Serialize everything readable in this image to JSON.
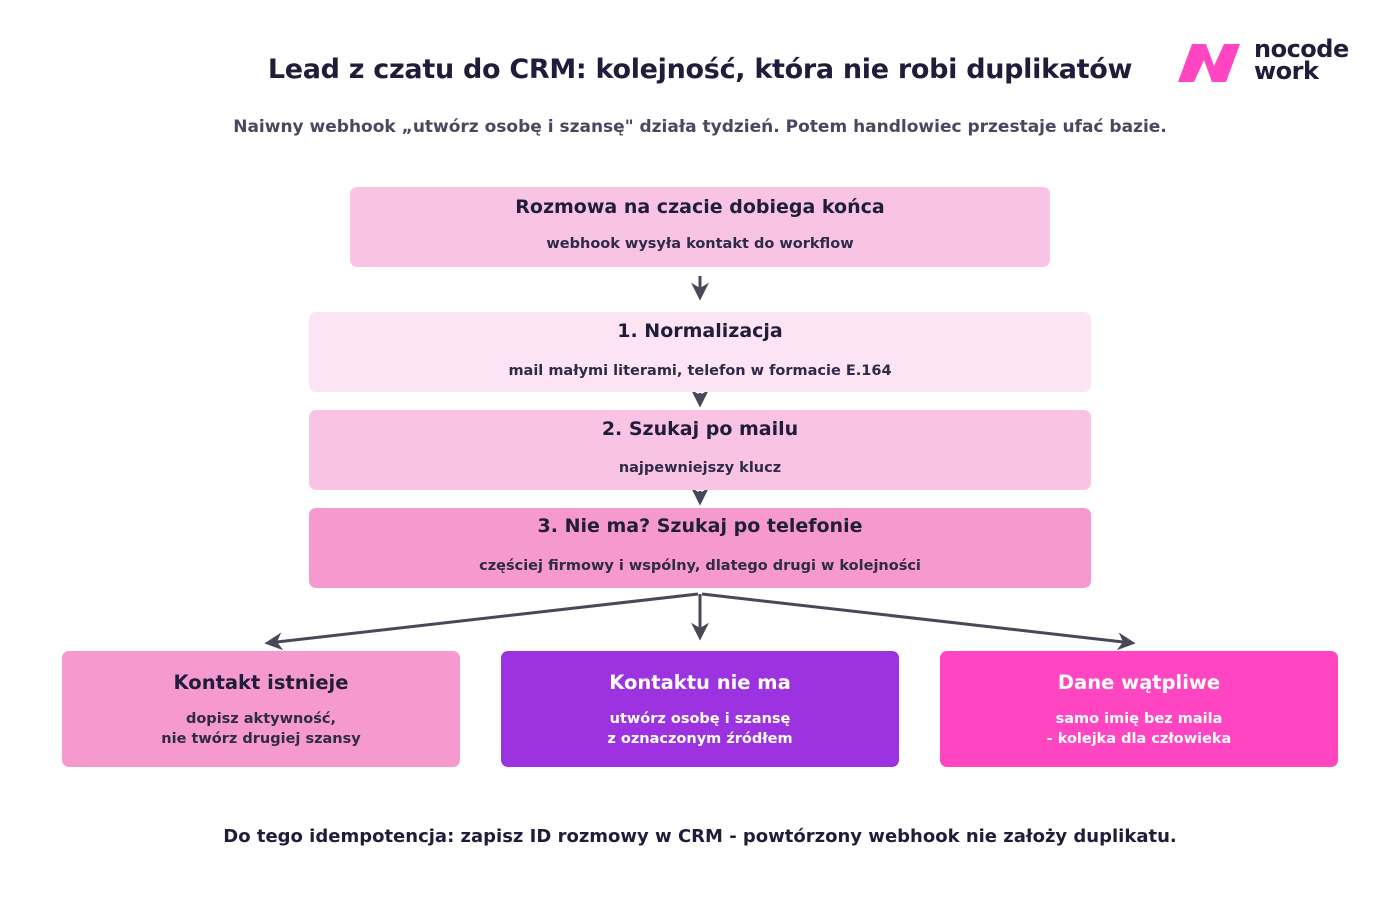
{
  "header": {
    "title": "Lead z czatu do CRM: kolejność, która nie robi duplikatów",
    "subtitle": "Naiwny webhook „utwórz osobę i szansę\" działa tydzień. Potem handlowiec przestaje ufać bazie."
  },
  "logo": {
    "line1": "nocode",
    "line2": "work",
    "color": "#ff45c1"
  },
  "flow": {
    "start": {
      "title": "Rozmowa na czacie dobiega końca",
      "desc": "webhook wysyła kontakt do workflow"
    },
    "step1": {
      "title": "1. Normalizacja",
      "desc": "mail małymi literami, telefon w formacie E.164"
    },
    "step2": {
      "title": "2. Szukaj po mailu",
      "desc": "najpewniejszy klucz"
    },
    "step3": {
      "title": "3. Nie ma? Szukaj po telefonie",
      "desc": "częściej firmowy i wspólny, dlatego drugi w kolejności"
    }
  },
  "outcomes": {
    "exists": {
      "title": "Kontakt istnieje",
      "desc_line1": "dopisz aktywność,",
      "desc_line2": "nie twórz drugiej szansy"
    },
    "new": {
      "title": "Kontaktu nie ma",
      "desc_line1": "utwórz osobę i szansę",
      "desc_line2": "z oznaczonym źródłem"
    },
    "doubt": {
      "title": "Dane wątpliwe",
      "desc_line1": "samo imię bez maila",
      "desc_line2": "- kolejka dla człowieka"
    }
  },
  "footer": {
    "note": "Do tego idempotencja: zapisz ID rozmowy w CRM - powtórzony webhook nie założy duplikatu."
  },
  "colors": {
    "text_dark": "#1f1d3a",
    "pink_light": "#fde4f4",
    "pink": "#f9c4e4",
    "pink_mid": "#f599cf",
    "purple": "#9d32e0",
    "magenta": "#ff45c1",
    "arrow": "#4a4858"
  }
}
